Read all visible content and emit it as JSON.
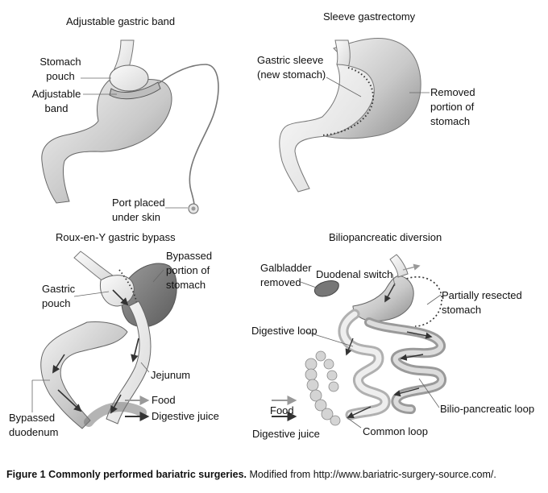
{
  "panels": {
    "band": {
      "title": "Adjustable gastric band",
      "labels": {
        "stomach_pouch": "Stomach\npouch",
        "adjustable_band": "Adjustable\nband",
        "port": "Port placed\nunder skin"
      }
    },
    "sleeve": {
      "title": "Sleeve gastrectomy",
      "labels": {
        "gastric_sleeve": "Gastric sleeve\n(new stomach)",
        "removed": "Removed\nportion of\nstomach"
      }
    },
    "bypass": {
      "title": "Roux-en-Y gastric bypass",
      "labels": {
        "bypassed_portion": "Bypassed\nportion of\nstomach",
        "gastric_pouch": "Gastric\npouch",
        "jejunum": "Jejunum",
        "food": "Food",
        "digestive_juice": "Digestive juice",
        "bypassed_duodenum": "Bypassed\nduodenum"
      }
    },
    "bpd": {
      "title": "Biliopancreatic diversion",
      "labels": {
        "gallbladder": "Galbladder\nremoved",
        "duodenal_switch": "Duodenal switch",
        "partially_resected": "Partially resected\nstomach",
        "digestive_loop": "Digestive loop",
        "bilio_pancreatic_loop": "Bilio-pancreatic loop",
        "food": "Food",
        "common_loop": "Common loop",
        "digestive_juice": "Digestive juice"
      }
    }
  },
  "caption": {
    "label": "Figure 1",
    "title": "Commonly performed bariatric surgeries.",
    "text": "Modified from http://www.bariatric-surgery-source.com/."
  }
}
